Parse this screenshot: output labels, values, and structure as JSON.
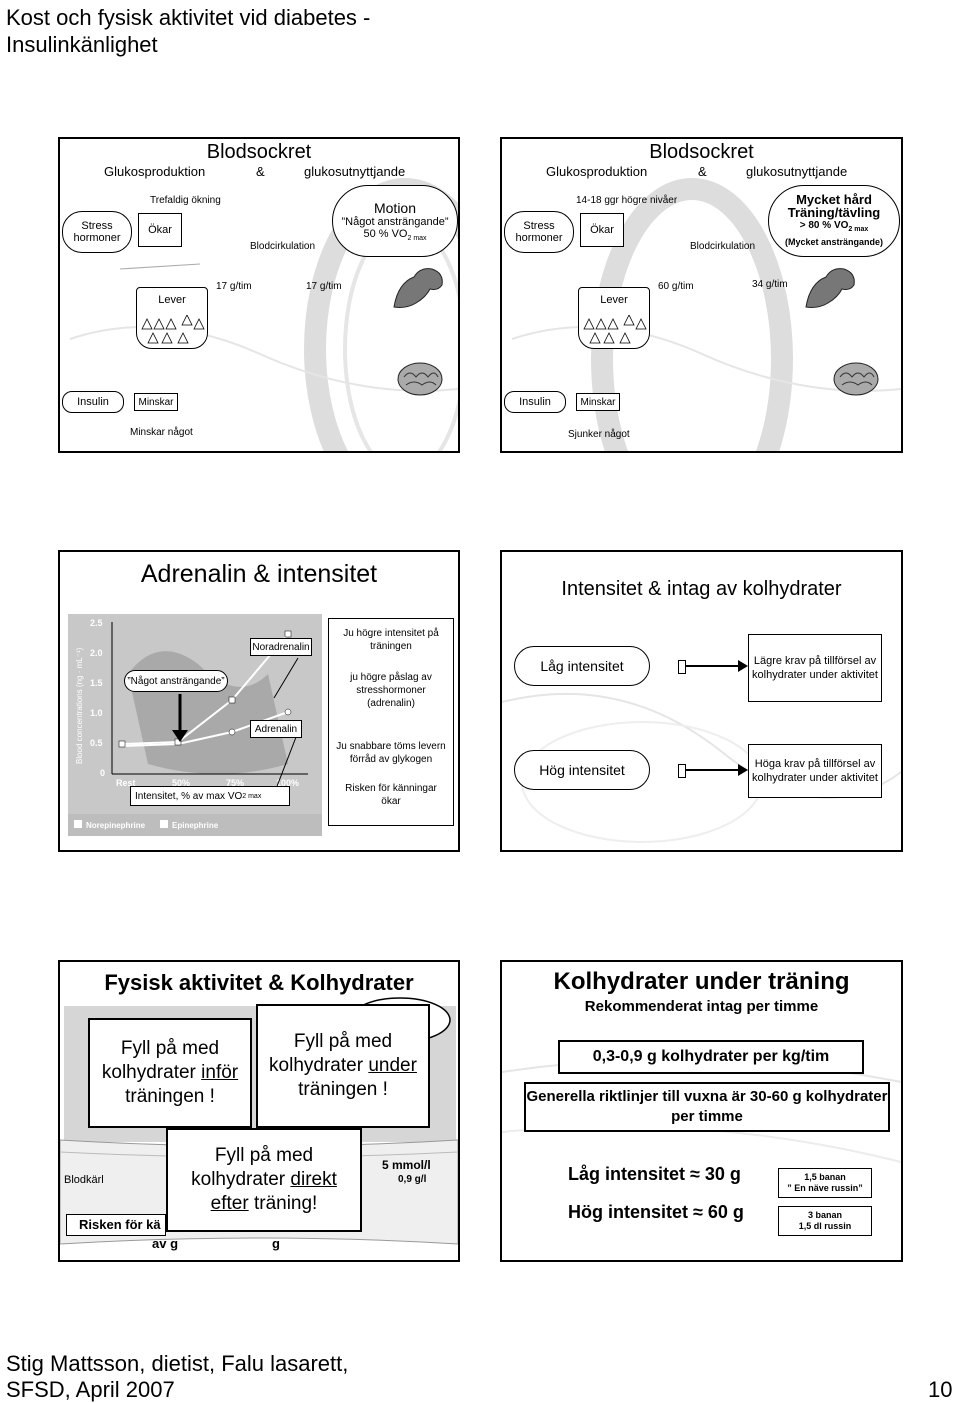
{
  "doc_title_l1": "Kost och fysisk aktivitet vid diabetes -",
  "doc_title_l2": "Insulinkänlighet",
  "s1": {
    "title": "Blodsockret",
    "sub_left": "Glukosproduktion",
    "sub_amp": "&",
    "sub_right": "glukosutnyttjande",
    "stress": "Stress hormoner",
    "okar": "Ökar",
    "increase": "Trefaldig ökning",
    "blodcirk": "Blodcirkulation",
    "motion_title": "Motion",
    "motion_l2": "”Något ansträngande”",
    "motion_l3": "50 % VO",
    "motion_sub": "2 max",
    "lever": "Lever",
    "rate1": "17 g/tim",
    "rate2": "17 g/tim",
    "insulin": "Insulin",
    "minskar": "Minskar",
    "minskar_nagot": "Minskar något"
  },
  "s2": {
    "title": "Blodsockret",
    "sub_left": "Glukosproduktion",
    "sub_amp": "&",
    "sub_right": "glukosutnyttjande",
    "stress": "Stress hormoner",
    "okar": "Ökar",
    "increase": "14-18 ggr högre nivåer",
    "blodcirk": "Blodcirkulation",
    "motion_title": "Mycket hård",
    "motion_l2": "Träning/tävling",
    "motion_l3": "> 80 % VO",
    "motion_sub": "2 max",
    "motion_l4": "(Mycket ansträngande)",
    "lever": "Lever",
    "rate1": "60 g/tim",
    "rate2": "34 g/tim",
    "insulin": "Insulin",
    "minskar": "Minskar",
    "sjunker": "Sjunker något"
  },
  "s3": {
    "title": "Adrenalin & intensitet",
    "nagot": "”Något ansträngande”",
    "noradrenalin": "Noradrenalin",
    "adrenalin": "Adrenalin",
    "xlabel": "Intensitet, % av max VO",
    "xlabel_sub": "2 max",
    "ylabel": "Blood concentrations (ng · mL⁻¹)",
    "yticks": [
      "2.5",
      "2.0",
      "1.5",
      "1.0",
      "0.5",
      "0"
    ],
    "xticks": [
      "Rest",
      "50%",
      "75%",
      "100%"
    ],
    "legend1": "Norepinephrine",
    "legend2": "Epinephrine",
    "side1": "Ju högre intensitet på träningen",
    "side2": "ju högre påslag av stresshormoner (adrenalin)",
    "side3": "Ju snabbare töms levern förråd av glykogen",
    "side4": "Risken för känningar ökar"
  },
  "s4": {
    "title": "Intensitet & intag av kolhydrater",
    "low": "Låg intensitet",
    "high": "Hög intensitet",
    "low_res": "Lägre krav på tillförsel av kolhydrater under aktivitet",
    "high_res": "Höga krav på tillförsel av kolhydrater under aktivitet"
  },
  "s5": {
    "title": "Fysisk aktivitet & Kolhydrater",
    "b1_pre": "Fyll på med kolhydrater ",
    "b1_u": "inför",
    "b1_post": " träningen !",
    "b2_pre": "Fyll på med kolhydrater ",
    "b2_u": "under",
    "b2_post": " träningen !",
    "b3_pre": "Fyll på med kolhydrater ",
    "b3_u1": "direkt",
    "b3_u2": "efter",
    "b3_post": " träning!",
    "blodkarl": "Blodkärl",
    "mmol": "5 mmol/l",
    "gl": "0,9 g/l",
    "risken": "Risken för kä",
    "risken2": "av g",
    "risken3": "g"
  },
  "s6": {
    "title": "Kolhydrater under träning",
    "subtitle": "Rekommenderat intag per timme",
    "range": "0,3-0,9 g kolhydrater per kg/tim",
    "general": "Generella riktlinjer till vuxna är 30-60 g kolhydrater per timme",
    "low": "Låg intensitet ≈ 30 g",
    "high": "Hög intensitet ≈ 60 g",
    "low_ex1": "1,5 banan",
    "low_ex2": "” En näve russin”",
    "high_ex1": "3  banan",
    "high_ex2": "1,5 dl russin"
  },
  "footer_l1": "Stig Mattsson, dietist, Falu lasarett,",
  "footer_l2": "SFSD, April 2007",
  "page_number": "10"
}
